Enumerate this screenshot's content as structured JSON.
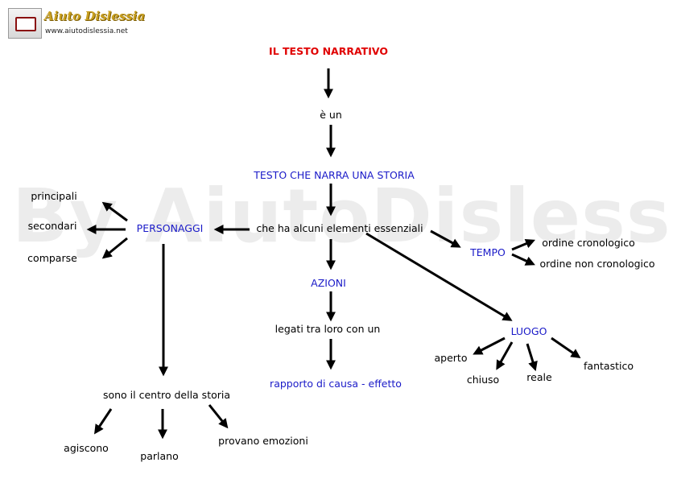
{
  "logo": {
    "title": "Aiuto Dislessia",
    "url": "www.aiutodislessia.net"
  },
  "watermark": "By AiutoDislessia.net",
  "colors": {
    "title": "#e00000",
    "concept": "#1a1ac8",
    "text": "#000000"
  },
  "nodes": {
    "title": "IL TESTO NARRATIVO",
    "e_un": "è un",
    "testo_storia": "TESTO CHE NARRA UNA STORIA",
    "elementi": "che ha alcuni elementi essenziali",
    "personaggi": "PERSONAGGI",
    "principali": "principali",
    "secondari": "secondari",
    "comparse": "comparse",
    "centro": "sono il centro della storia",
    "agiscono": "agiscono",
    "parlano": "parlano",
    "emozioni": "provano emozioni",
    "azioni": "AZIONI",
    "legati": "legati tra loro con un",
    "causa": "rapporto di causa - effetto",
    "tempo": "TEMPO",
    "cronologico": "ordine cronologico",
    "non_cronologico": "ordine non cronologico",
    "luogo": "LUOGO",
    "aperto": "aperto",
    "chiuso": "chiuso",
    "reale": "reale",
    "fantastico": "fantastico"
  }
}
